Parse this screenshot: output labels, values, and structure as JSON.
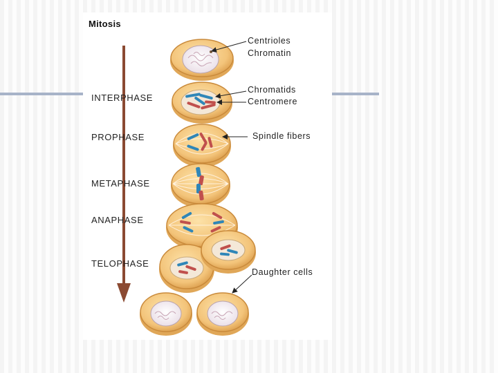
{
  "title": "Mitosis",
  "stages": [
    "INTERPHASE",
    "PROPHASE",
    "METAPHASE",
    "ANAPHASE",
    "TELOPHASE"
  ],
  "labels": {
    "centrioles": "Centrioles",
    "chromatin": "Chromatin",
    "chromatids": "Chromatids",
    "centromere": "Centromere",
    "spindle_fibers": "Spindle fibers",
    "daughter_cells": "Daughter cells"
  },
  "colors": {
    "cell_fill": "#f3c47a",
    "cell_edge": "#c98a3b",
    "chromosome_blue": "#2f86b8",
    "chromosome_red": "#c0504d",
    "arrow": "#8b4a32",
    "rule": "#a7b3c8"
  }
}
